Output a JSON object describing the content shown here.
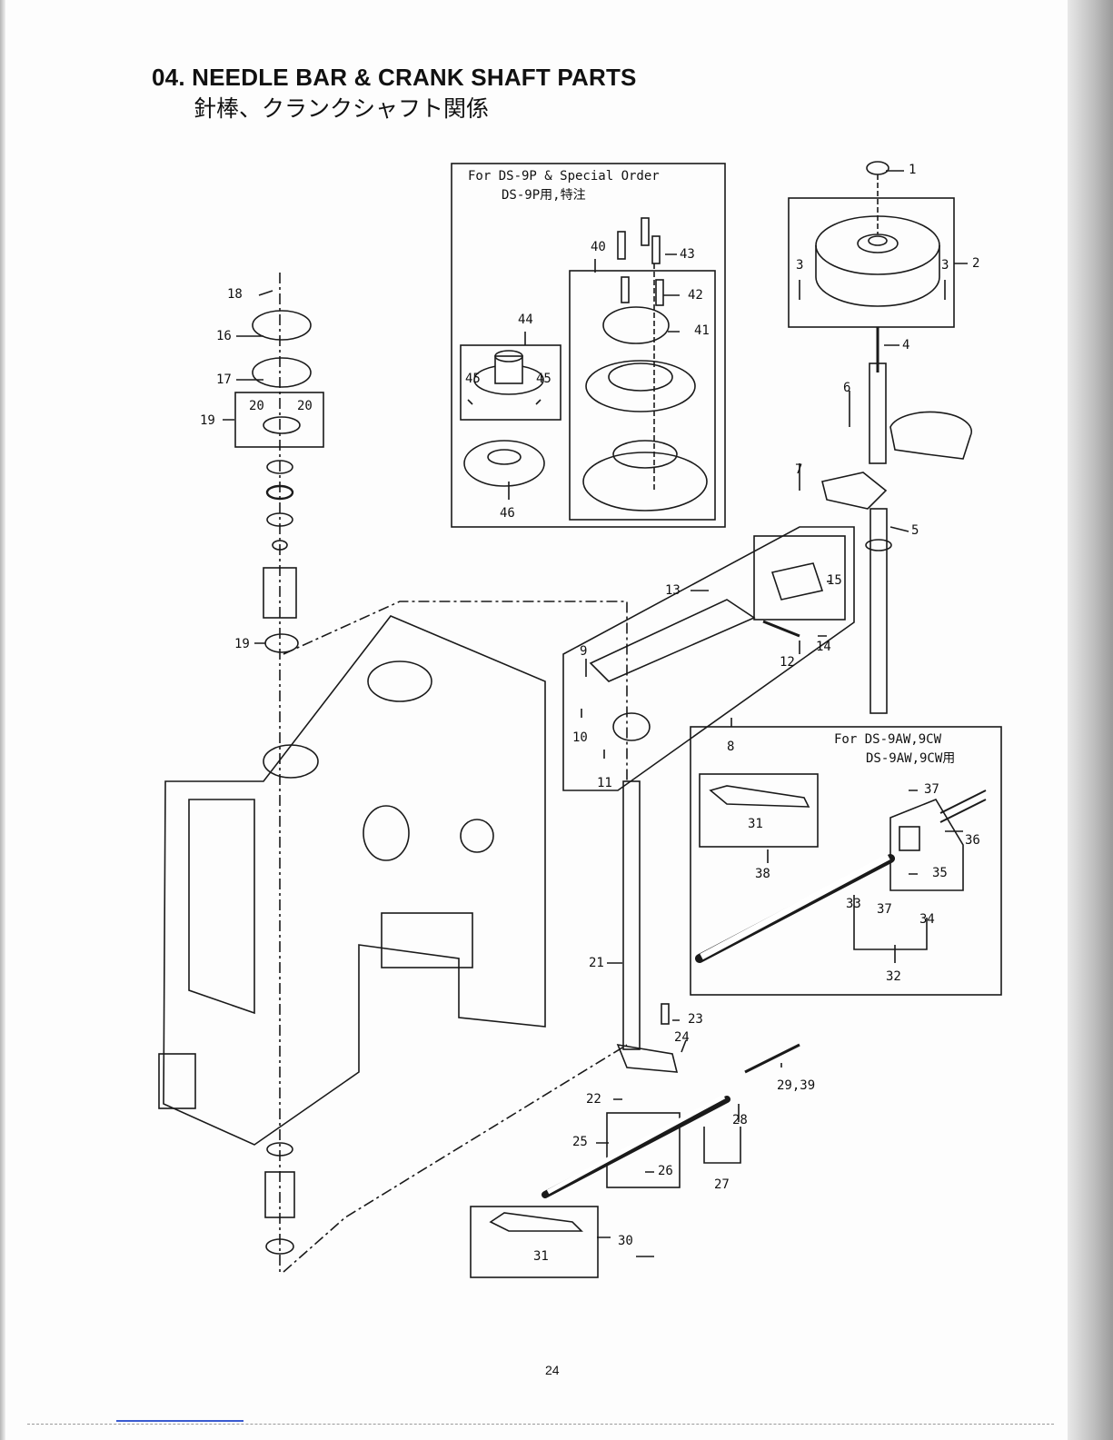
{
  "page": {
    "title_en": "04. NEEDLE BAR & CRANK SHAFT PARTS",
    "title_ja": "針棒、クランクシャフト関係",
    "page_number": "24"
  },
  "boxes": {
    "ds9p": {
      "line1": "For DS-9P & Special Order",
      "line2": "DS-9P用,特注"
    },
    "ds9aw": {
      "line1": "For DS-9AW,9CW",
      "line2": "DS-9AW,9CW用"
    }
  },
  "callouts": [
    "1",
    "2",
    "3",
    "3",
    "4",
    "5",
    "6",
    "7",
    "8",
    "9",
    "10",
    "11",
    "12",
    "13",
    "14",
    "15",
    "16",
    "17",
    "18",
    "19",
    "19",
    "20",
    "20",
    "21",
    "22",
    "23",
    "24",
    "25",
    "26",
    "27",
    "28",
    "29,39",
    "30",
    "31",
    "31",
    "32",
    "33",
    "34",
    "35",
    "36",
    "37",
    "37",
    "38",
    "40",
    "41",
    "42",
    "43",
    "44",
    "45",
    "45",
    "46"
  ]
}
